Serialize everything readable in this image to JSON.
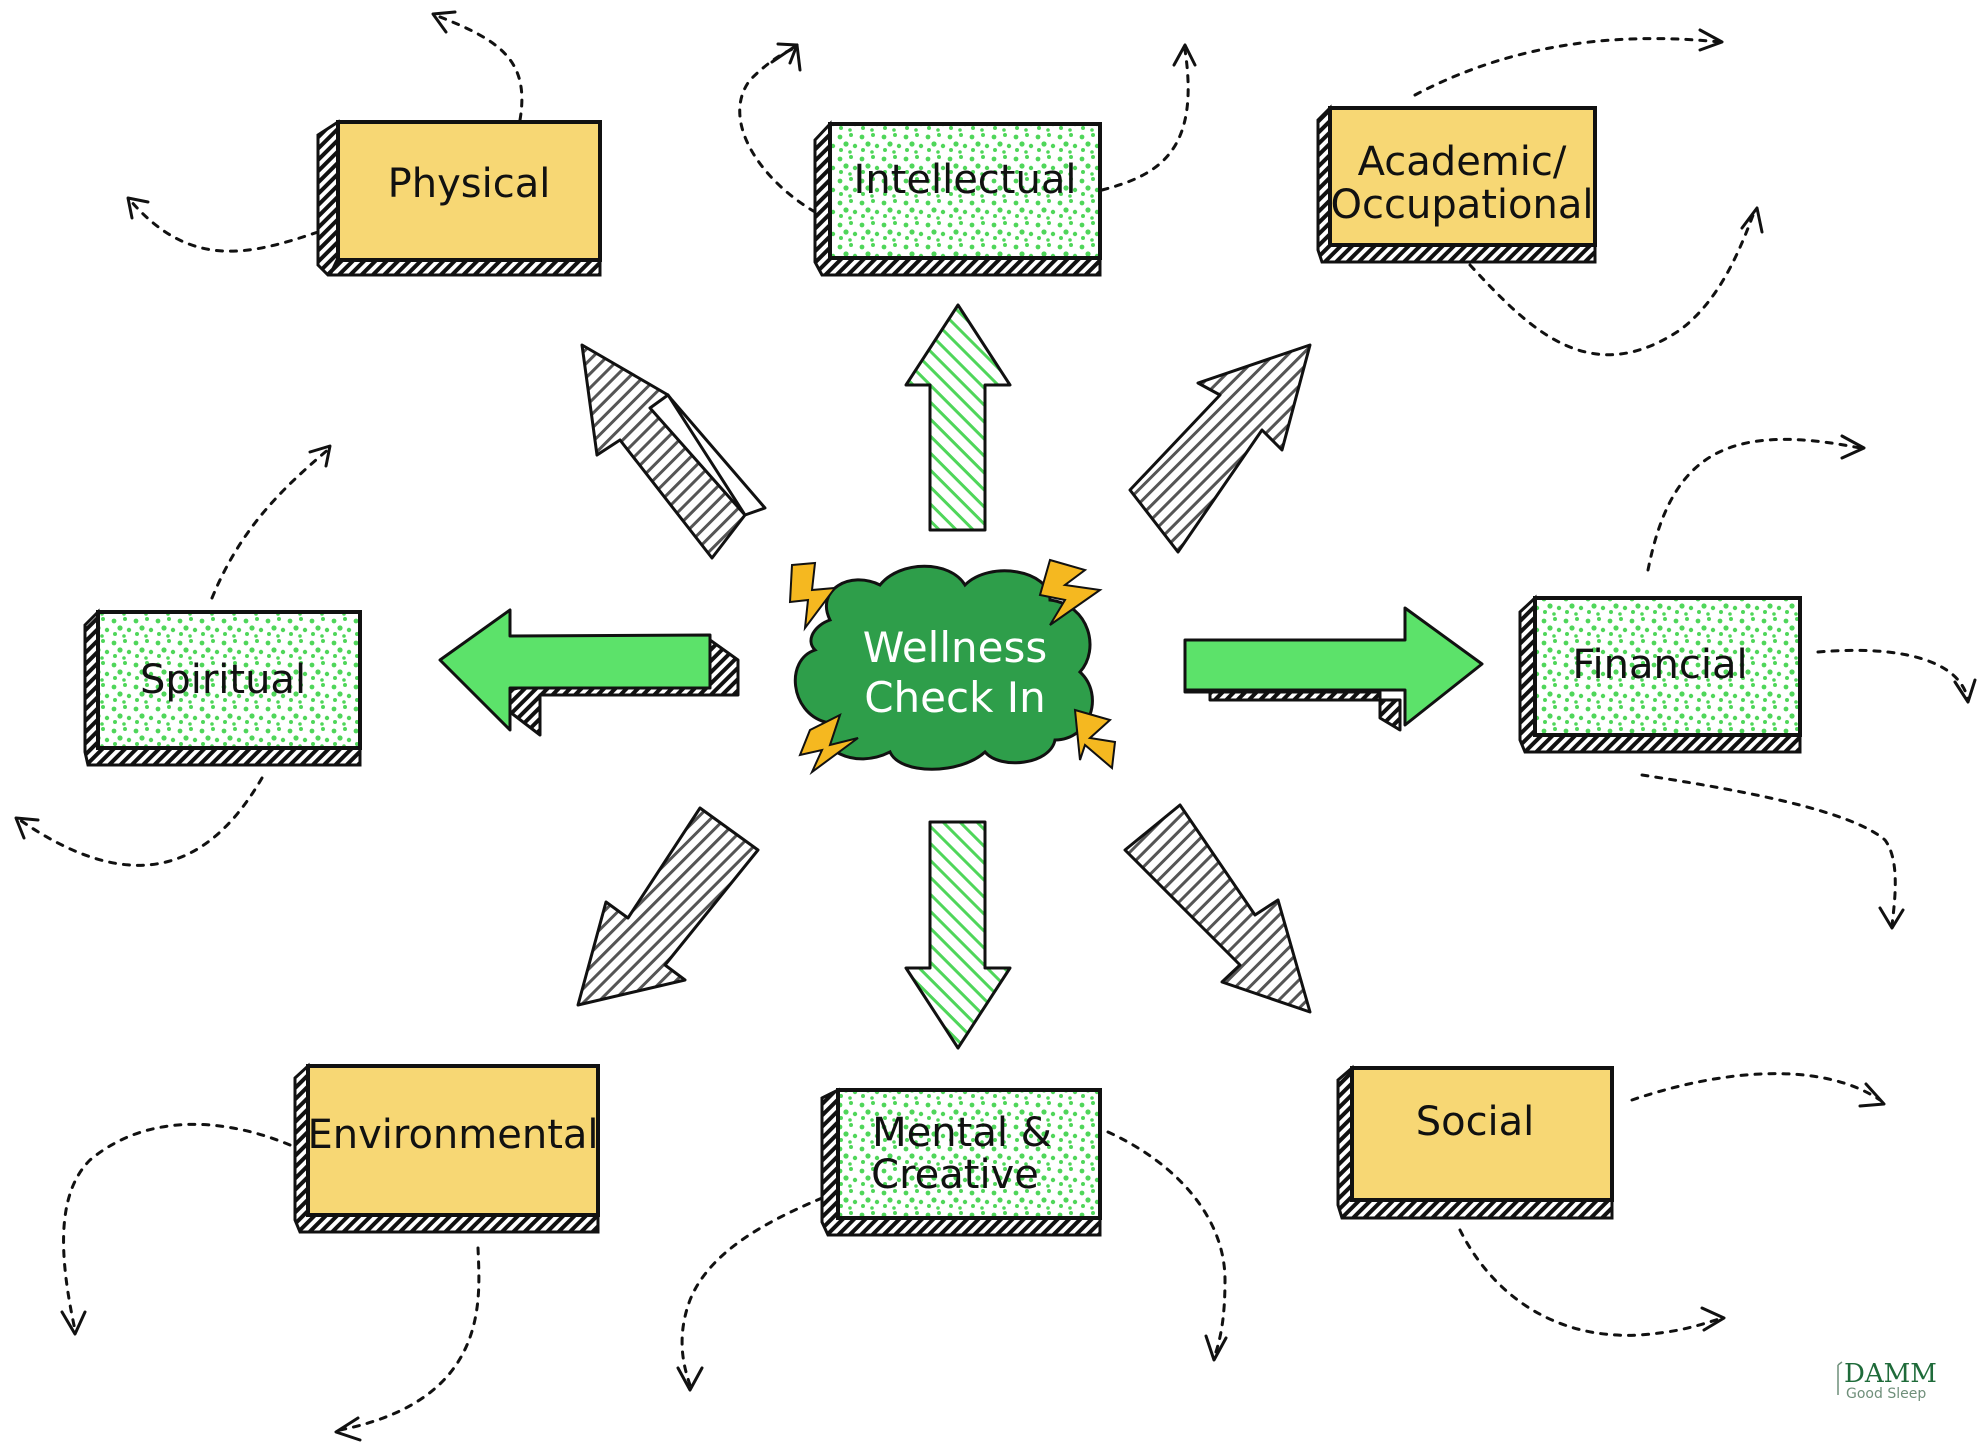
{
  "center": {
    "line1": "Wellness",
    "line2": "Check In",
    "fill_color": "#2e9e4a"
  },
  "dimensions": [
    {
      "id": "physical",
      "lines": [
        "Physical"
      ],
      "style": "yellow"
    },
    {
      "id": "intellectual",
      "lines": [
        "Intellectual"
      ],
      "style": "green-dots"
    },
    {
      "id": "academic",
      "lines": [
        "Academic/",
        "Occupational"
      ],
      "style": "yellow"
    },
    {
      "id": "spiritual",
      "lines": [
        "Spiritual"
      ],
      "style": "green-dots"
    },
    {
      "id": "financial",
      "lines": [
        "Financial"
      ],
      "style": "green-dots"
    },
    {
      "id": "environmental",
      "lines": [
        "Environmental"
      ],
      "style": "yellow"
    },
    {
      "id": "mental",
      "lines": [
        "Mental &",
        "Creative"
      ],
      "style": "green-dots"
    },
    {
      "id": "social",
      "lines": [
        "Social"
      ],
      "style": "yellow"
    }
  ],
  "colors": {
    "yellow_box": "#f7d774",
    "green_arrow": "#5ce26a",
    "light_green": "#dff8df",
    "dot_green": "#4fd65a",
    "lightning": "#f5b820",
    "center_cloud": "#2e9e4a"
  },
  "logo": {
    "main": "DAMM",
    "sub": "Good Sleep"
  }
}
